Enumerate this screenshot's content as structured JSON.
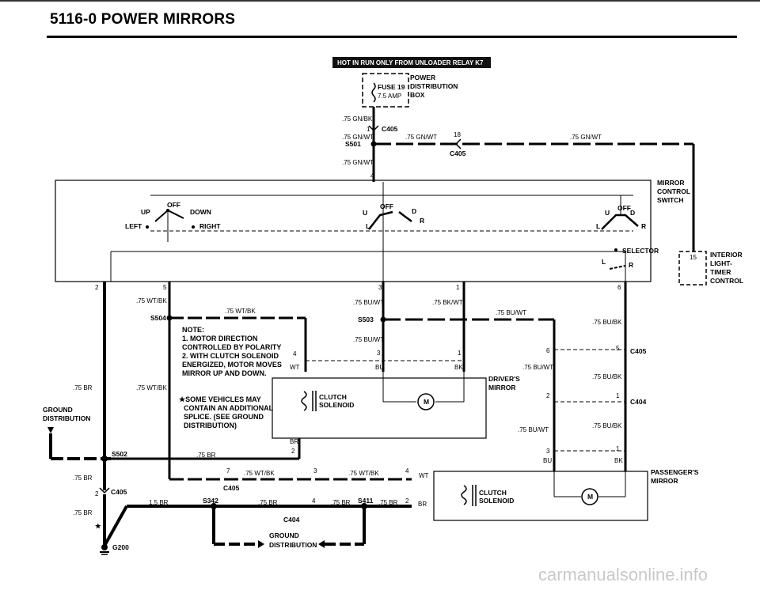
{
  "header": {
    "title": "5116-0  POWER MIRRORS"
  },
  "banner": "HOT IN RUN ONLY FROM UNLOADER RELAY K7",
  "fuse": {
    "name": "FUSE 19",
    "rating": "7.5 AMP"
  },
  "power_dist": [
    "POWER",
    "DISTRIBUTION",
    "BOX"
  ],
  "wires": {
    "gnbk": ".75 GN/BK",
    "gnwt": ".75 GN/WT",
    "wtbk": ".75 WT/BK",
    "buwt": ".75 BU/WT",
    "bkwt": ".75 BK/WT",
    "bubk": ".75 BU/BK",
    "br": ".75 BR",
    "br15": "1.5 BR",
    "wt": "WT",
    "bu": "BU",
    "bk": "BK",
    "brs": "BR"
  },
  "connectors": {
    "c405": "C405",
    "c404": "C404",
    "s501": "S501",
    "s502": "S502",
    "s503": "S503",
    "s504": "S504",
    "s342": "S342",
    "s411": "S411",
    "g200": "G200"
  },
  "pins": {
    "p1": "1",
    "p2": "2",
    "p3": "3",
    "p4": "4",
    "p5": "5",
    "p6": "6",
    "p7": "7",
    "p15": "15",
    "p18": "18"
  },
  "switch": {
    "label": [
      "MIRROR",
      "CONTROL",
      "SWITCH"
    ],
    "off": "OFF",
    "up": "UP",
    "down": "DOWN",
    "left": "LEFT",
    "right": "RIGHT",
    "u": "U",
    "d": "D",
    "l": "L",
    "r": "R",
    "selector": "SELECTOR"
  },
  "interior": [
    "INTERIOR",
    "LIGHT-",
    "TIMER",
    "CONTROL"
  ],
  "note": [
    "NOTE:",
    "1. MOTOR DIRECTION",
    "CONTROLLED BY POLARITY",
    "2. WITH CLUTCH SOLENOID",
    "ENERGIZED, MOTOR MOVES",
    "MIRROR UP AND DOWN."
  ],
  "star_note": [
    "★SOME VEHICLES MAY",
    "CONTAIN AN ADDITIONAL",
    "SPLICE. (SEE GROUND",
    "DISTRIBUTION)"
  ],
  "star": "★",
  "drivers_mirror": [
    "DRIVER'S",
    "MIRROR"
  ],
  "passengers_mirror": [
    "PASSENGER'S",
    "MIRROR"
  ],
  "clutch": [
    "CLUTCH",
    "SOLENOID"
  ],
  "motor": "M",
  "ground_dist": [
    "GROUND",
    "DISTRIBUTION"
  ],
  "watermark": "carmanualsonline.info"
}
